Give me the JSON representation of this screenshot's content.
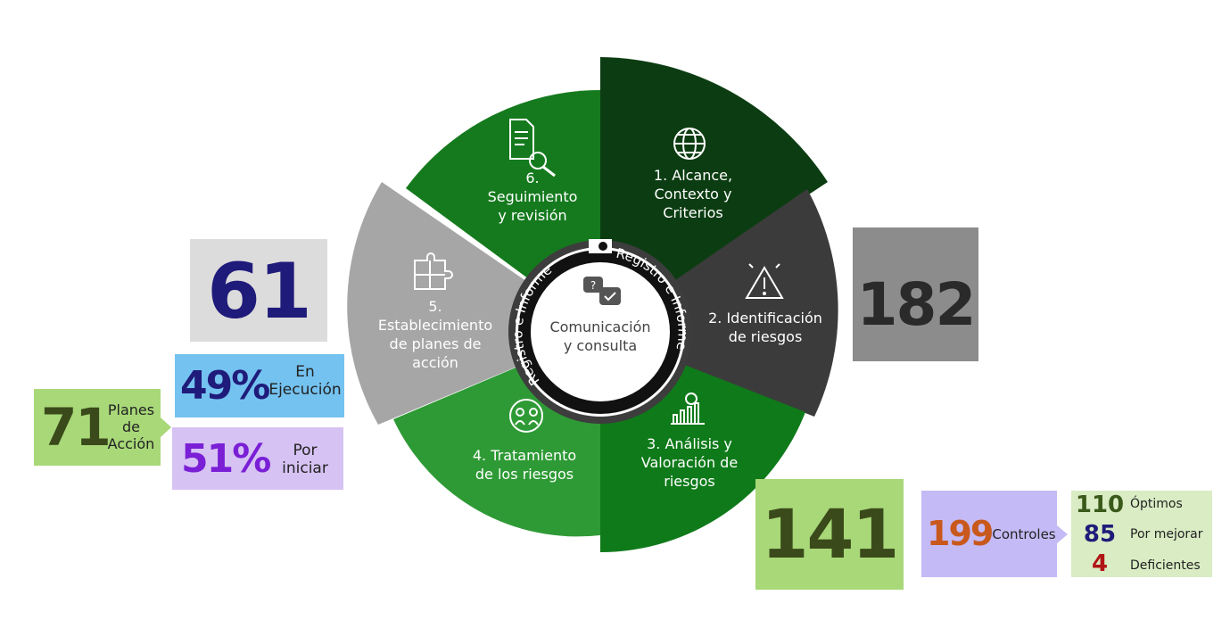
{
  "wheel": {
    "segments": [
      {
        "number": "1.",
        "lines": [
          "Alcance,",
          "Contexto  y",
          "Criterios"
        ],
        "icon": "globe-icon"
      },
      {
        "number": "2.",
        "lines": [
          "Identificación",
          "de riesgos"
        ],
        "icon": "warning-icon"
      },
      {
        "number": "3.",
        "lines": [
          "Análisis  y",
          "Valoración de",
          "riesgos"
        ],
        "icon": "growth-chart-icon"
      },
      {
        "number": "4.",
        "lines": [
          "Tratamiento",
          "de los riesgos"
        ],
        "icon": "people-cycle-icon"
      },
      {
        "number": "5.",
        "lines": [
          "Establecimiento",
          "de planes  de",
          "acción"
        ],
        "icon": "puzzle-icon"
      },
      {
        "number": "6.",
        "lines": [
          "Seguimiento",
          "y revisión"
        ],
        "icon": "document-search-icon"
      }
    ],
    "center": {
      "lines": [
        "Comunicación",
        "y consulta"
      ],
      "icon": "chat-bubbles-icon"
    },
    "ring_text_left": "Registro e Informe",
    "ring_text_right": "Registro e Informe"
  },
  "stats": {
    "identified": "182",
    "plans_total": "61",
    "plans_action": {
      "value": "71",
      "label_lines": [
        "Planes",
        "de",
        "Acción"
      ]
    },
    "in_execution": {
      "value": "49%",
      "label_lines": [
        "En",
        "Ejecución"
      ]
    },
    "to_start": {
      "value": "51%",
      "label_lines": [
        "Por",
        "iniciar"
      ]
    },
    "analyzed": "141",
    "controls": {
      "value": "199",
      "label": "Controles"
    },
    "optimal": {
      "value": "110",
      "label": "Óptimos"
    },
    "to_improve": {
      "value": "85",
      "label": "Por mejorar"
    },
    "deficient": {
      "value": "4",
      "label": "Deficientes"
    }
  },
  "colors": {
    "seg1": "#0c3d12",
    "seg2": "#3b3b3b",
    "seg3": "#0f7a1a",
    "seg4": "#2e9a35",
    "seg5": "#a6a6a6",
    "seg6": "#157a1e",
    "navy": "#1f1b7a",
    "purple": "#7a1fd6",
    "dark_green": "#3a5a1a",
    "orange": "#c8581c",
    "red": "#b01515"
  }
}
